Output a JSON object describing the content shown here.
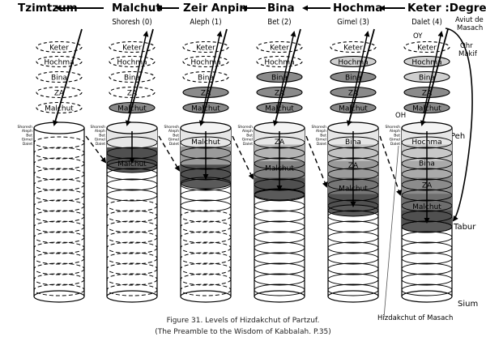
{
  "degrees": [
    "Tzimtzum",
    "Malchut",
    "Zeir Anpin",
    "Bina",
    "Hochma",
    "Keter :Degree"
  ],
  "stages": [
    "Shoresh (0)",
    "Aleph (1)",
    "Bet (2)",
    "Gimel (3)",
    "Dalet (4)"
  ],
  "sefirot": [
    "Keter",
    "Hochma",
    "Bina",
    "ZA",
    "Malchut"
  ],
  "levels": [
    "Shoresh",
    "Aleph",
    "Bet",
    "Gimel",
    "Dalet"
  ],
  "labels": {
    "aviut": "Aviut de",
    "masach": "Masach",
    "ohr": "Ohr",
    "makif": "Makif",
    "oy": "OY",
    "oh": "OH",
    "peh": "Peh",
    "tabur": "Tabur",
    "sium": "Sium",
    "hizdakchut": "Hizdakchut of Masach"
  },
  "caption": {
    "line1": "Figure 31. Levels of Hizdakchut of Partzuf.",
    "line2": "(The Preamble to the Wisdom of Kabbalah. P.35)"
  }
}
